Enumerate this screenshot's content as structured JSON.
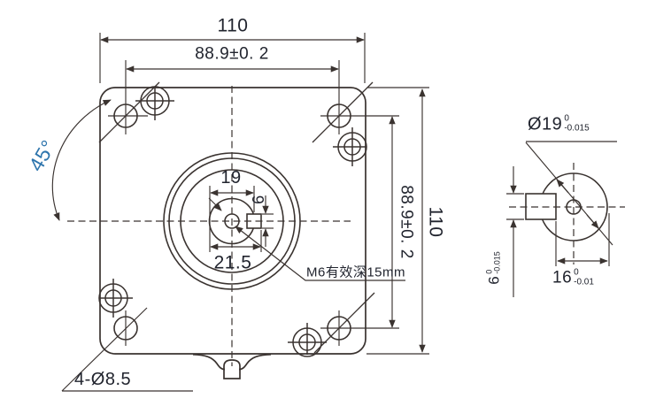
{
  "drawing": {
    "title": "motor-flange-dimension-drawing",
    "front_view": {
      "dim_width_top": "110",
      "dim_bolt_spacing_top": "88.9±0. 2",
      "dim_bolt_spacing_right": "88.9±0. 2",
      "dim_height_right": "110",
      "dim_corner_angle": "45°",
      "dim_pilot_width": "19",
      "dim_keyway_width": "9",
      "dim_shaft_flat": "21.5",
      "note_center_hole": "M6有效深15mm",
      "note_mounting_holes": "4-Ø8.5"
    },
    "side_view": {
      "dim_shaft_dia": {
        "value": "Ø19",
        "upper": "0",
        "lower": "-0.015"
      },
      "dim_key_height": {
        "value": "6",
        "upper": "0",
        "lower": "-0.015"
      },
      "dim_key_length": {
        "value": "16",
        "upper": "0",
        "lower": "-0.01"
      }
    },
    "colors": {
      "line": "#3a3330",
      "text": "#21242e",
      "accent_text": "#2e75ad",
      "background": "#ffffff"
    }
  }
}
